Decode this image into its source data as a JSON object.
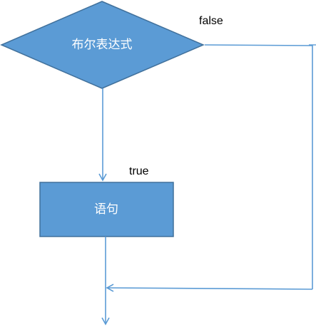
{
  "diagram": {
    "type": "flowchart-if",
    "colors": {
      "shape_fill": "#5b9bd5",
      "shape_stroke": "#41719c",
      "connector": "#5b9bd5",
      "node_text": "#ffffff",
      "edge_label_text": "#000000"
    },
    "nodes": {
      "condition": {
        "label": "布尔表达式",
        "shape": "diamond"
      },
      "statement": {
        "label": "语句",
        "shape": "rectangle"
      }
    },
    "edges": {
      "false_label": "false",
      "true_label": "true"
    }
  }
}
